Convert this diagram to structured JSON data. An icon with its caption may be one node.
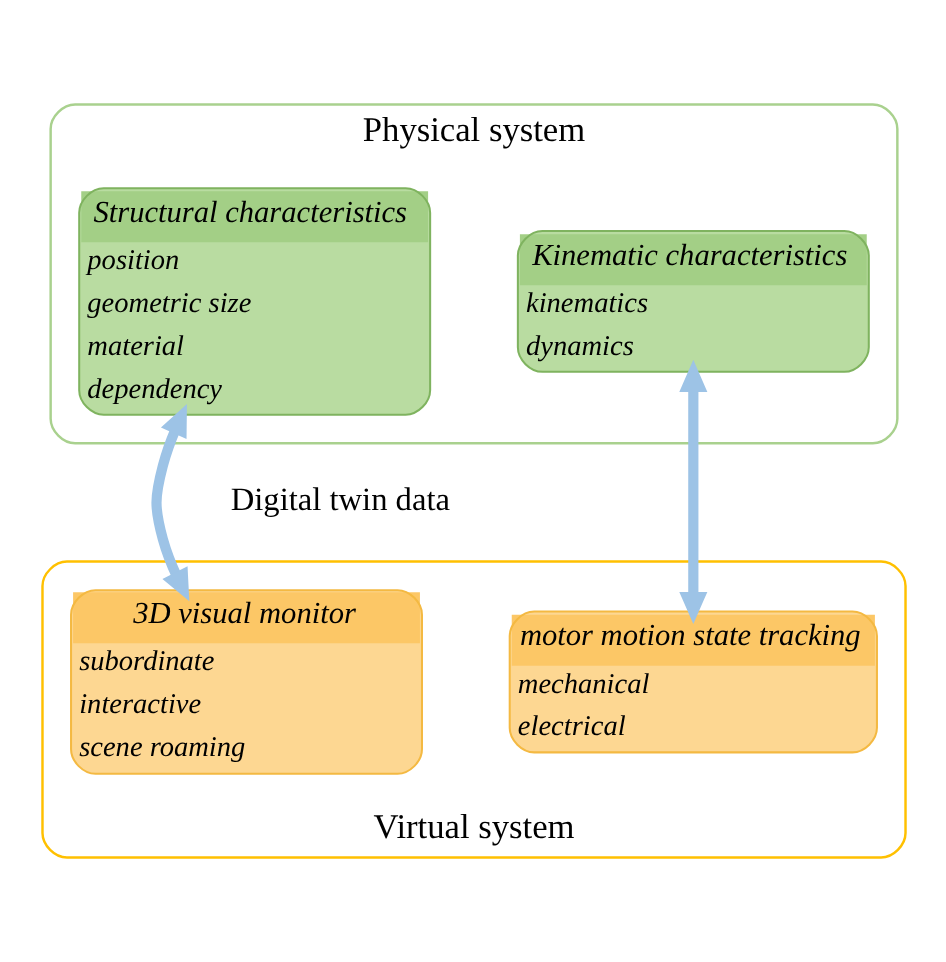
{
  "diagram": {
    "nodes": [
      {
        "text": [
          "Physical system"
        ]
      },
      {
        "text": [
          "Structural characteristics",
          "position",
          "geometric size",
          "material",
          "dependency"
        ],
        "in": 0
      },
      {
        "text": [
          "Kinematic characteristics",
          "kinematics",
          "dynamics"
        ],
        "in": 0
      },
      {
        "text": [
          "Virtual system"
        ]
      },
      {
        "text": [
          "3D visual monitor",
          "subordinate",
          "interactive",
          "scene roaming"
        ],
        "in": 3
      },
      {
        "text": [
          "motor motion state tracking",
          "mechanical",
          "electrical"
        ],
        "in": 3
      }
    ],
    "edges": [
      {
        "from": 1,
        "to": 4,
        "arrow": "both"
      },
      {
        "from": 2,
        "to": 5,
        "arrow": "both"
      }
    ],
    "labels": [
      "Digital twin data"
    ]
  }
}
